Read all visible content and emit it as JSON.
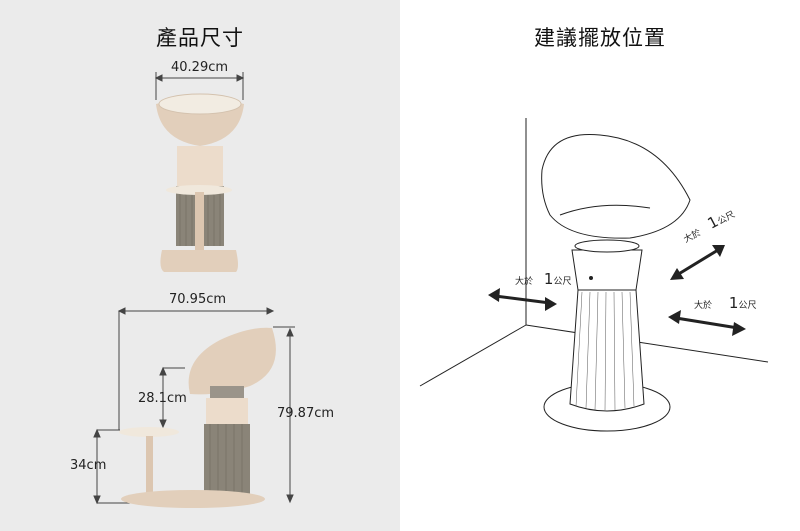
{
  "left_panel": {
    "title": "產品尺寸",
    "top_view": {
      "width_label": "40.29cm"
    },
    "side_view": {
      "width_label": "70.95cm",
      "height_label": "79.87cm",
      "bowl_gap_label": "28.1cm",
      "table_height_label": "34cm"
    },
    "colors": {
      "background": "#ebebeb",
      "body": "#e2cfbb",
      "filter": "#8a8478",
      "bowl_inner": "#f2ece2"
    }
  },
  "right_panel": {
    "title": "建議擺放位置",
    "clearances": [
      {
        "prefix": "大於",
        "value": "1",
        "unit": "公尺",
        "position": "left"
      },
      {
        "prefix": "大於",
        "value": "1",
        "unit": "公尺",
        "position": "back-right"
      },
      {
        "prefix": "大於",
        "value": "1",
        "unit": "公尺",
        "position": "right"
      }
    ]
  }
}
